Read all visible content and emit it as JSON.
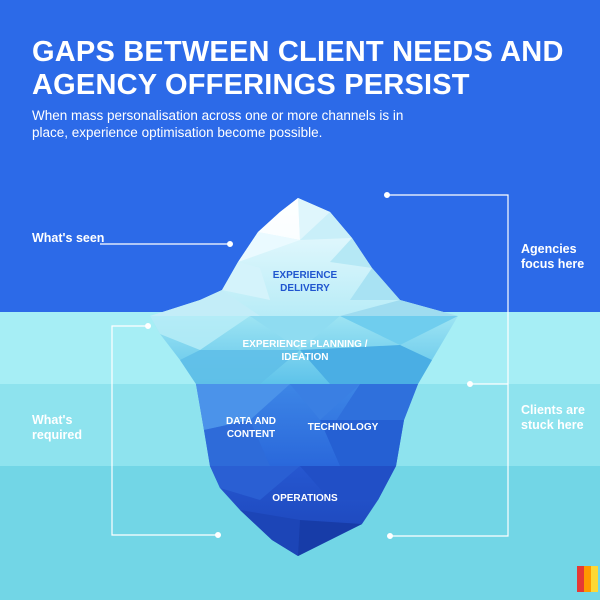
{
  "header": {
    "title": "GAPS BETWEEN CLIENT NEEDS AND AGENCY OFFERINGS PERSIST",
    "subtitle": "When mass personalisation across one or more channels is in place, experience optimisation become possible."
  },
  "annotations": {
    "seen": "What's seen",
    "required": "What's required",
    "agencies": "Agencies focus here",
    "clients": "Clients are stuck here"
  },
  "layers": {
    "delivery": "EXPERIENCE DELIVERY",
    "planning": "EXPERIENCE PLANNING / IDEATION",
    "data": "DATA AND CONTENT",
    "technology": "TECHNOLOGY",
    "operations": "OPERATIONS"
  },
  "colors": {
    "sky": "#2c6ae8",
    "water_light": "#a6eef5",
    "water_mid": "#8ee3ee",
    "water_deep": "#72d6e6",
    "ice_top": "#e6f9fd",
    "ice_deep": "#1e4fc4",
    "logo": [
      "#e53935",
      "#ff9800",
      "#fdd835"
    ]
  }
}
